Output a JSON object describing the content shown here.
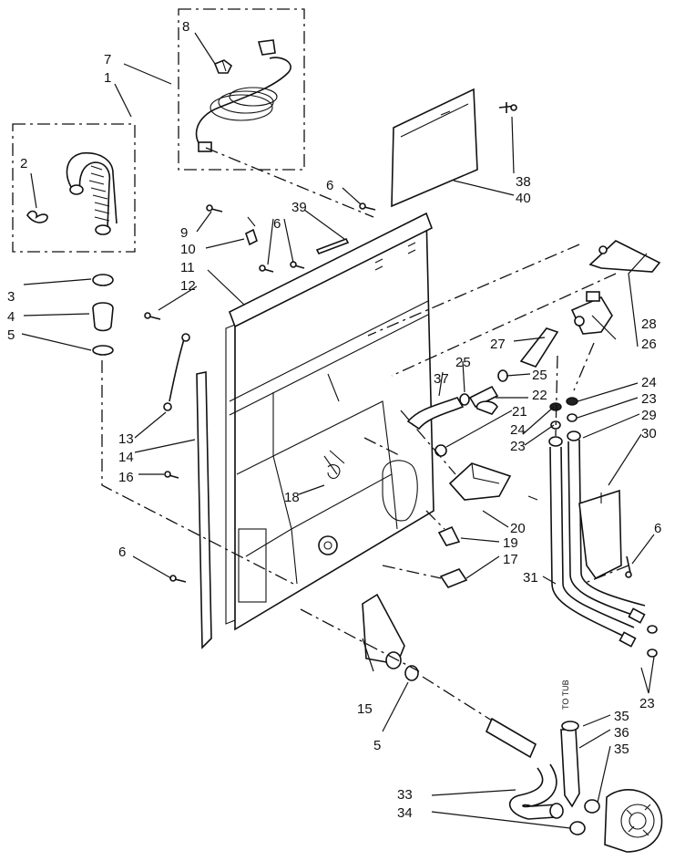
{
  "labels": {
    "l1": "1",
    "l2": "2",
    "l3": "3",
    "l4": "4",
    "l5a": "5",
    "l5b": "5",
    "l6a": "6",
    "l6b": "6",
    "l6c": "6",
    "l6d": "6",
    "l7": "7",
    "l8": "8",
    "l9": "9",
    "l10": "10",
    "l11": "11",
    "l12": "12",
    "l13": "13",
    "l14": "14",
    "l15": "15",
    "l16": "16",
    "l17": "17",
    "l18": "18",
    "l19": "19",
    "l20": "20",
    "l21": "21",
    "l22": "22",
    "l23a": "23",
    "l23b": "23",
    "l23c": "23",
    "l24a": "24",
    "l24b": "24",
    "l25a": "25",
    "l25b": "25",
    "l26": "26",
    "l27": "27",
    "l28": "28",
    "l29": "29",
    "l30": "30",
    "l31": "31",
    "l33": "33",
    "l34": "34",
    "l35a": "35",
    "l35b": "35",
    "l36": "36",
    "l37": "37",
    "l38": "38",
    "l39": "39",
    "l40": "40"
  },
  "annotation": {
    "to_tub": "TO TUB"
  }
}
